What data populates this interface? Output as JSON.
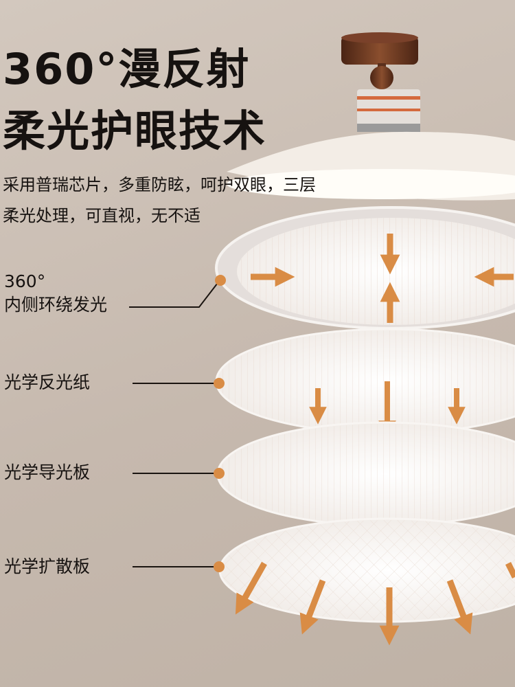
{
  "headline": {
    "line1": "360°漫反射",
    "line2": "柔光护眼技术"
  },
  "description": {
    "line1": "采用普瑞芯片，多重防眩，呵护双眼，三层",
    "line2": "柔光处理，可直视，无不适"
  },
  "layers": [
    {
      "label_line1": "360°",
      "label_line2": "内侧环绕发光"
    },
    {
      "label": "光学反光纸"
    },
    {
      "label": "光学导光板"
    },
    {
      "label": "光学扩散板"
    }
  ],
  "colors": {
    "accent": "#d98c45",
    "background": "#c9bdb2",
    "wood": "#6b3a22"
  }
}
